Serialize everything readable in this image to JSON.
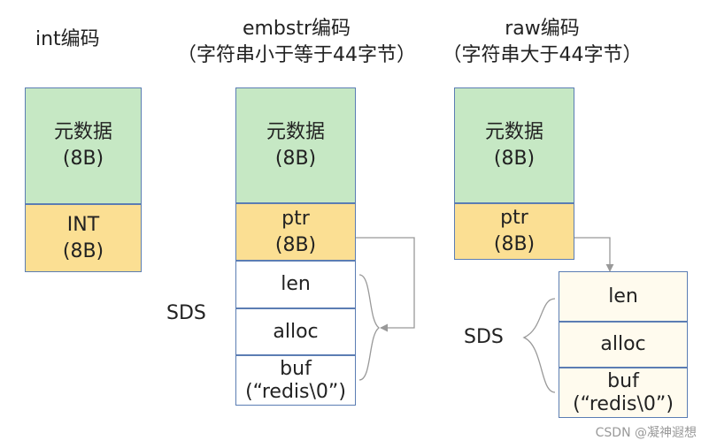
{
  "columns": {
    "int": {
      "title": "int编码",
      "meta": {
        "line1": "元数据",
        "line2": "(8B)"
      },
      "field": {
        "line1": "INT",
        "line2": "(8B)"
      }
    },
    "embstr": {
      "title_line1": "embstr编码",
      "title_line2": "（字符串小于等于44字节）",
      "meta": {
        "line1": "元数据",
        "line2": "(8B)"
      },
      "ptr": {
        "line1": "ptr",
        "line2": "(8B)"
      },
      "sds_label": "SDS",
      "len": "len",
      "alloc": "alloc",
      "buf": {
        "line1": "buf",
        "line2": "(“redis\\0”)"
      }
    },
    "raw": {
      "title_line1": "raw编码",
      "title_line2": "（字符串大于44字节）",
      "meta": {
        "line1": "元数据",
        "line2": "(8B)"
      },
      "ptr": {
        "line1": "ptr",
        "line2": "(8B)"
      },
      "sds_label": "SDS",
      "len": "len",
      "alloc": "alloc",
      "buf": {
        "line1": "buf",
        "line2": "(“redis\\0”)"
      }
    }
  },
  "watermark": "CSDN @凝神遐想",
  "colors": {
    "border": "#5b7db3",
    "meta_fill": "#c6e8c4",
    "ptr_fill": "#fbdf93",
    "arrow": "#999999"
  }
}
